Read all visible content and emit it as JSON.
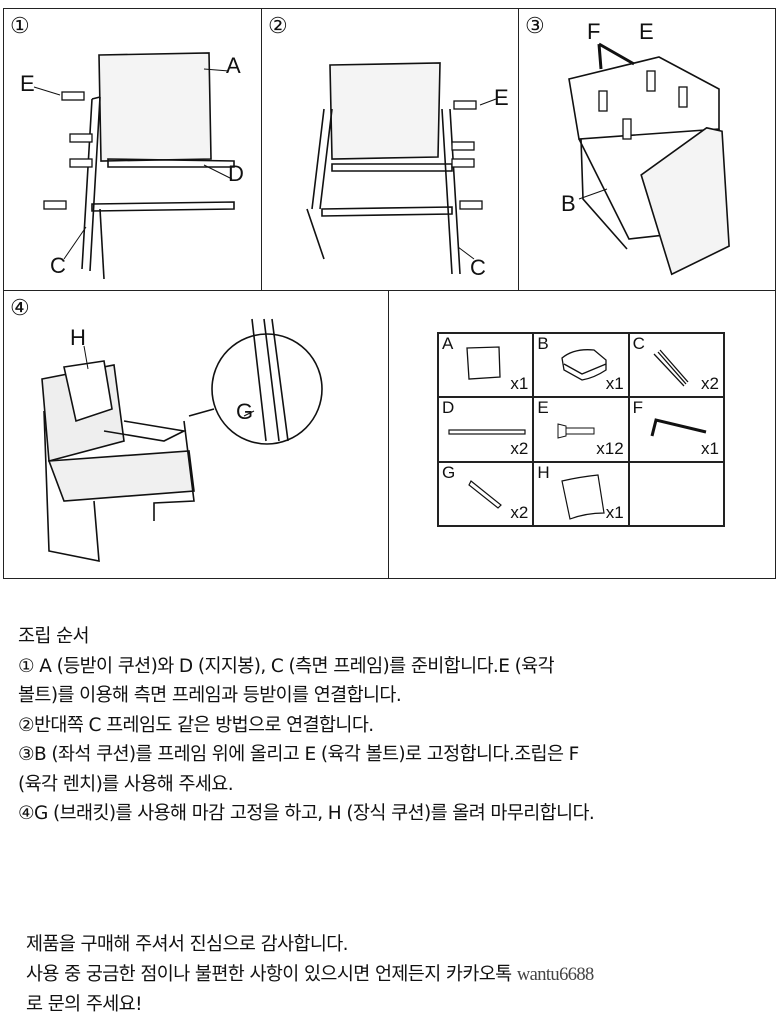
{
  "steps_diagram": [
    {
      "number": "①",
      "labels": [
        "A",
        "E",
        "D",
        "C"
      ]
    },
    {
      "number": "②",
      "labels": [
        "E",
        "C"
      ]
    },
    {
      "number": "③",
      "labels": [
        "F",
        "E",
        "B"
      ]
    },
    {
      "number": "④",
      "labels": [
        "H",
        "G"
      ]
    }
  ],
  "parts": [
    {
      "letter": "A",
      "qty": "x1"
    },
    {
      "letter": "B",
      "qty": "x1"
    },
    {
      "letter": "C",
      "qty": "x2"
    },
    {
      "letter": "D",
      "qty": "x2"
    },
    {
      "letter": "E",
      "qty": "x12"
    },
    {
      "letter": "F",
      "qty": "x1"
    },
    {
      "letter": "G",
      "qty": "x2"
    },
    {
      "letter": "H",
      "qty": "x1"
    }
  ],
  "instructions": {
    "title": "조립 순서",
    "lines": [
      "① A (등받이 쿠션)와 D (지지봉), C (측면 프레임)를 준비합니다.E (육각",
      "볼트)를 이용해 측면 프레임과 등받이를 연결합니다.",
      "②반대쪽 C 프레임도 같은 방법으로 연결합니다.",
      "③B (좌석 쿠션)를 프레임 위에 올리고 E (육각 볼트)로 고정합니다.조립은 F",
      "(육각 렌치)를 사용해 주세요.",
      "④G (브래킷)를 사용해 마감 고정을 하고, H (장식 쿠션)를 올려 마무리합니다."
    ]
  },
  "thanks": {
    "line1": "제품을 구매해 주셔서 진심으로 감사합니다.",
    "line2": "사용 중 궁금한 점이나 불편한 사항이 있으시면 언제든지 카카오톡 ",
    "kakao_id": "wantu6688",
    "line3": "로 문의 주세요!"
  }
}
